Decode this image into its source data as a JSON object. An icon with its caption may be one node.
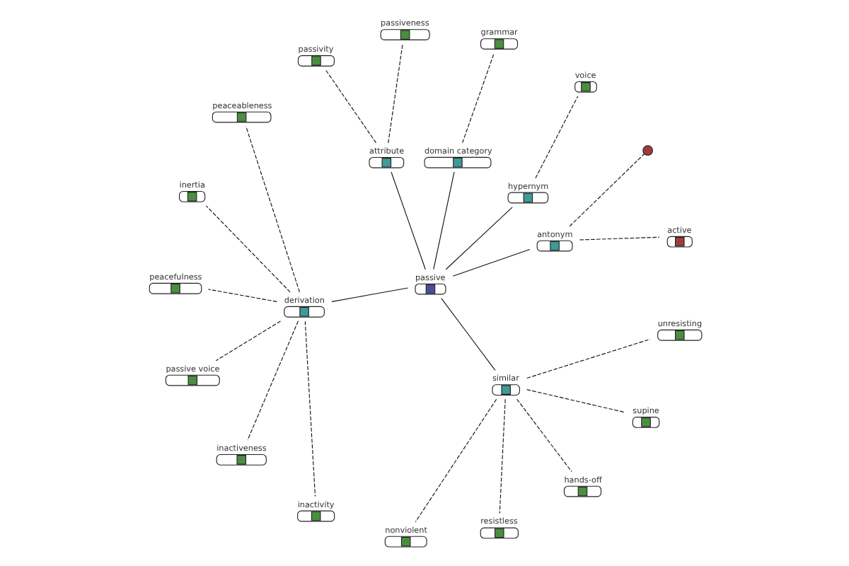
{
  "diagram": {
    "nodes": [
      {
        "text": [
          "passive"
        ]
      },
      {
        "text": [
          "antonym"
        ]
      },
      {
        "text": [
          "active"
        ]
      },
      {
        "text": [],
        "shape": "circle"
      },
      {
        "text": [
          "hypernym"
        ]
      },
      {
        "text": [
          "voice"
        ]
      },
      {
        "text": [
          "domain category"
        ]
      },
      {
        "text": [
          "grammar"
        ]
      },
      {
        "text": [
          "attribute"
        ]
      },
      {
        "text": [
          "passiveness"
        ]
      },
      {
        "text": [
          "passivity"
        ]
      },
      {
        "text": [
          "derivation"
        ]
      },
      {
        "text": [
          "peaceableness"
        ]
      },
      {
        "text": [
          "inertia"
        ]
      },
      {
        "text": [
          "peacefulness"
        ]
      },
      {
        "text": [
          "passive voice"
        ]
      },
      {
        "text": [
          "inactiveness"
        ]
      },
      {
        "text": [
          "inactivity"
        ]
      },
      {
        "text": [
          "similar"
        ]
      },
      {
        "text": [
          "nonviolent"
        ]
      },
      {
        "text": [
          "resistless"
        ]
      },
      {
        "text": [
          "hands-off"
        ]
      },
      {
        "text": [
          "supine"
        ]
      },
      {
        "text": [
          "unresisting"
        ]
      }
    ],
    "edges": [
      {
        "from": 0,
        "to": 1,
        "arrow": "none"
      },
      {
        "from": 1,
        "to": 2,
        "arrow": "none",
        "style": "dashed"
      },
      {
        "from": 1,
        "to": 3,
        "arrow": "none",
        "style": "dashed"
      },
      {
        "from": 0,
        "to": 4,
        "arrow": "none"
      },
      {
        "from": 4,
        "to": 5,
        "arrow": "none",
        "style": "dashed"
      },
      {
        "from": 0,
        "to": 6,
        "arrow": "none"
      },
      {
        "from": 6,
        "to": 7,
        "arrow": "none",
        "style": "dashed"
      },
      {
        "from": 0,
        "to": 8,
        "arrow": "none"
      },
      {
        "from": 8,
        "to": 9,
        "arrow": "none",
        "style": "dashed"
      },
      {
        "from": 8,
        "to": 10,
        "arrow": "none",
        "style": "dashed"
      },
      {
        "from": 0,
        "to": 11,
        "arrow": "none"
      },
      {
        "from": 11,
        "to": 12,
        "arrow": "none",
        "style": "dashed"
      },
      {
        "from": 11,
        "to": 13,
        "arrow": "none",
        "style": "dashed"
      },
      {
        "from": 11,
        "to": 14,
        "arrow": "none",
        "style": "dashed"
      },
      {
        "from": 11,
        "to": 15,
        "arrow": "none",
        "style": "dashed"
      },
      {
        "from": 11,
        "to": 16,
        "arrow": "none",
        "style": "dashed"
      },
      {
        "from": 11,
        "to": 17,
        "arrow": "none",
        "style": "dashed"
      },
      {
        "from": 0,
        "to": 18,
        "arrow": "none"
      },
      {
        "from": 18,
        "to": 19,
        "arrow": "none",
        "style": "dashed"
      },
      {
        "from": 18,
        "to": 20,
        "arrow": "none",
        "style": "dashed"
      },
      {
        "from": 18,
        "to": 21,
        "arrow": "none",
        "style": "dashed"
      },
      {
        "from": 18,
        "to": 22,
        "arrow": "none",
        "style": "dashed"
      },
      {
        "from": 18,
        "to": 23,
        "arrow": "none",
        "style": "dashed"
      }
    ]
  }
}
